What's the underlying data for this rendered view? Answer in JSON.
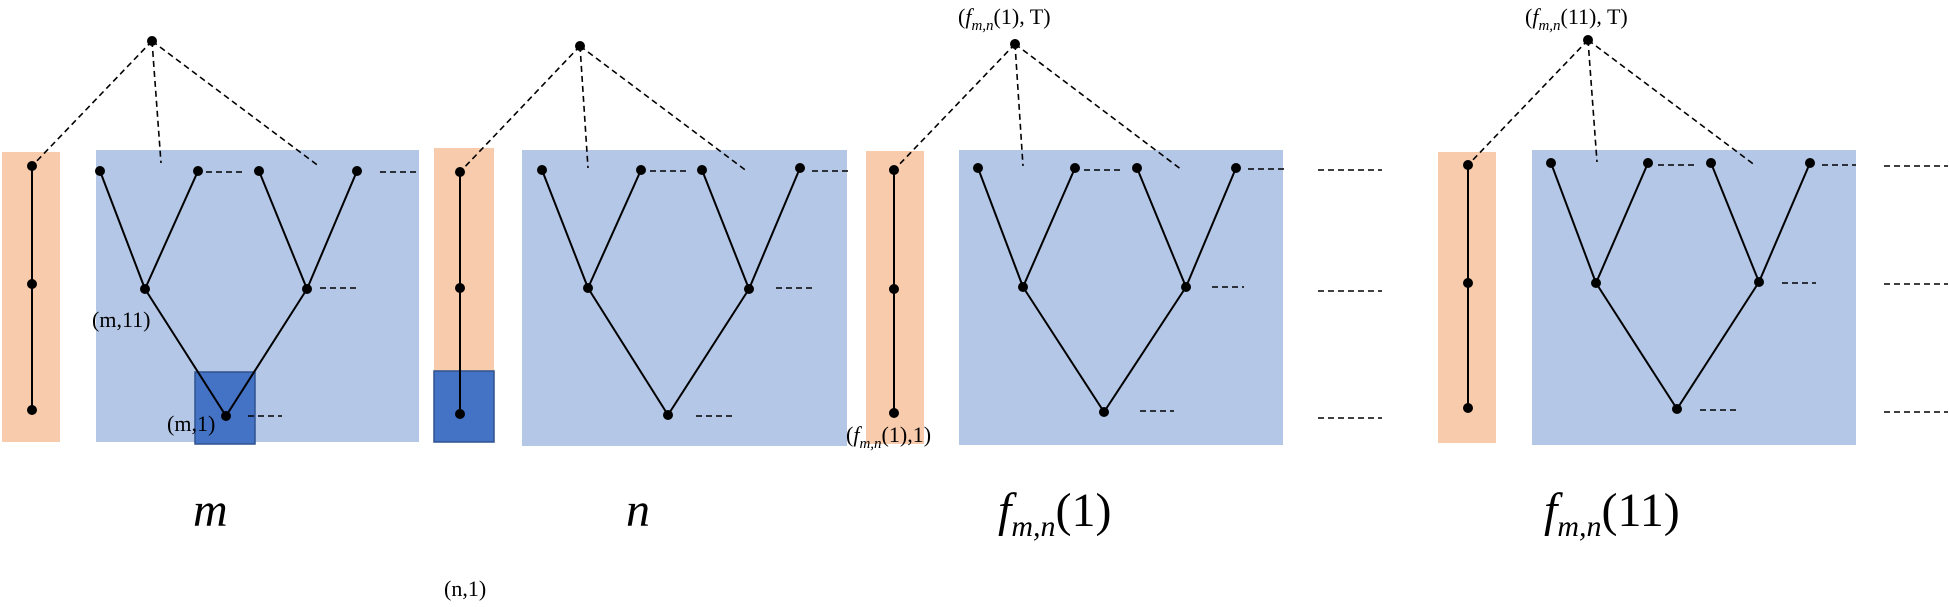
{
  "colors": {
    "orange_column": "#f8cbad",
    "blue_region": "#b4c7e7",
    "highlight_box": "#4472c4",
    "highlight_border": "#2f528f"
  },
  "panels": [
    {
      "id": "m",
      "caption": {
        "main": "m",
        "sub": "",
        "tail": ""
      },
      "labels": [
        {
          "id": "m11",
          "text": "(m,11)"
        },
        {
          "id": "m1",
          "text": "(m,1)"
        }
      ]
    },
    {
      "id": "n",
      "caption": {
        "main": "n",
        "sub": "",
        "tail": ""
      },
      "labels": [
        {
          "id": "n1",
          "text": "(n,1)"
        }
      ]
    },
    {
      "id": "f1",
      "caption": {
        "main": "f",
        "sub": "m,n",
        "tail": "(1)"
      },
      "labels": [
        {
          "id": "f1T",
          "pre": "(",
          "main": "f",
          "sub": "m,n",
          "tail": "(1), T)"
        },
        {
          "id": "f11",
          "pre": "(",
          "main": "f",
          "sub": "m,n",
          "tail": "(1),1)"
        }
      ]
    },
    {
      "id": "f11",
      "caption": {
        "main": "f",
        "sub": "m,n",
        "tail": "(11)"
      },
      "labels": [
        {
          "id": "f11T",
          "pre": "(",
          "main": "f",
          "sub": "m,n",
          "tail": "(11), T)"
        }
      ]
    }
  ]
}
